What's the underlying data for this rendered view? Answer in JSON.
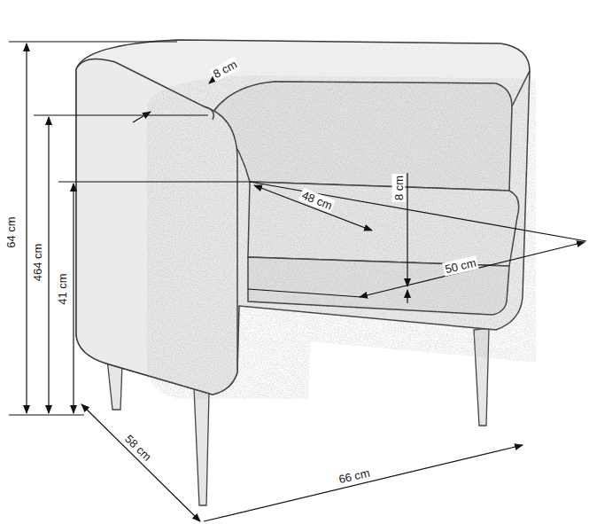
{
  "diagram": {
    "labels": [
      "8 cm",
      "48 cm",
      "8 cm",
      "50 cm",
      "64 cm",
      "464 cm",
      "41 cm",
      "58 cm",
      "66 cm"
    ]
  }
}
